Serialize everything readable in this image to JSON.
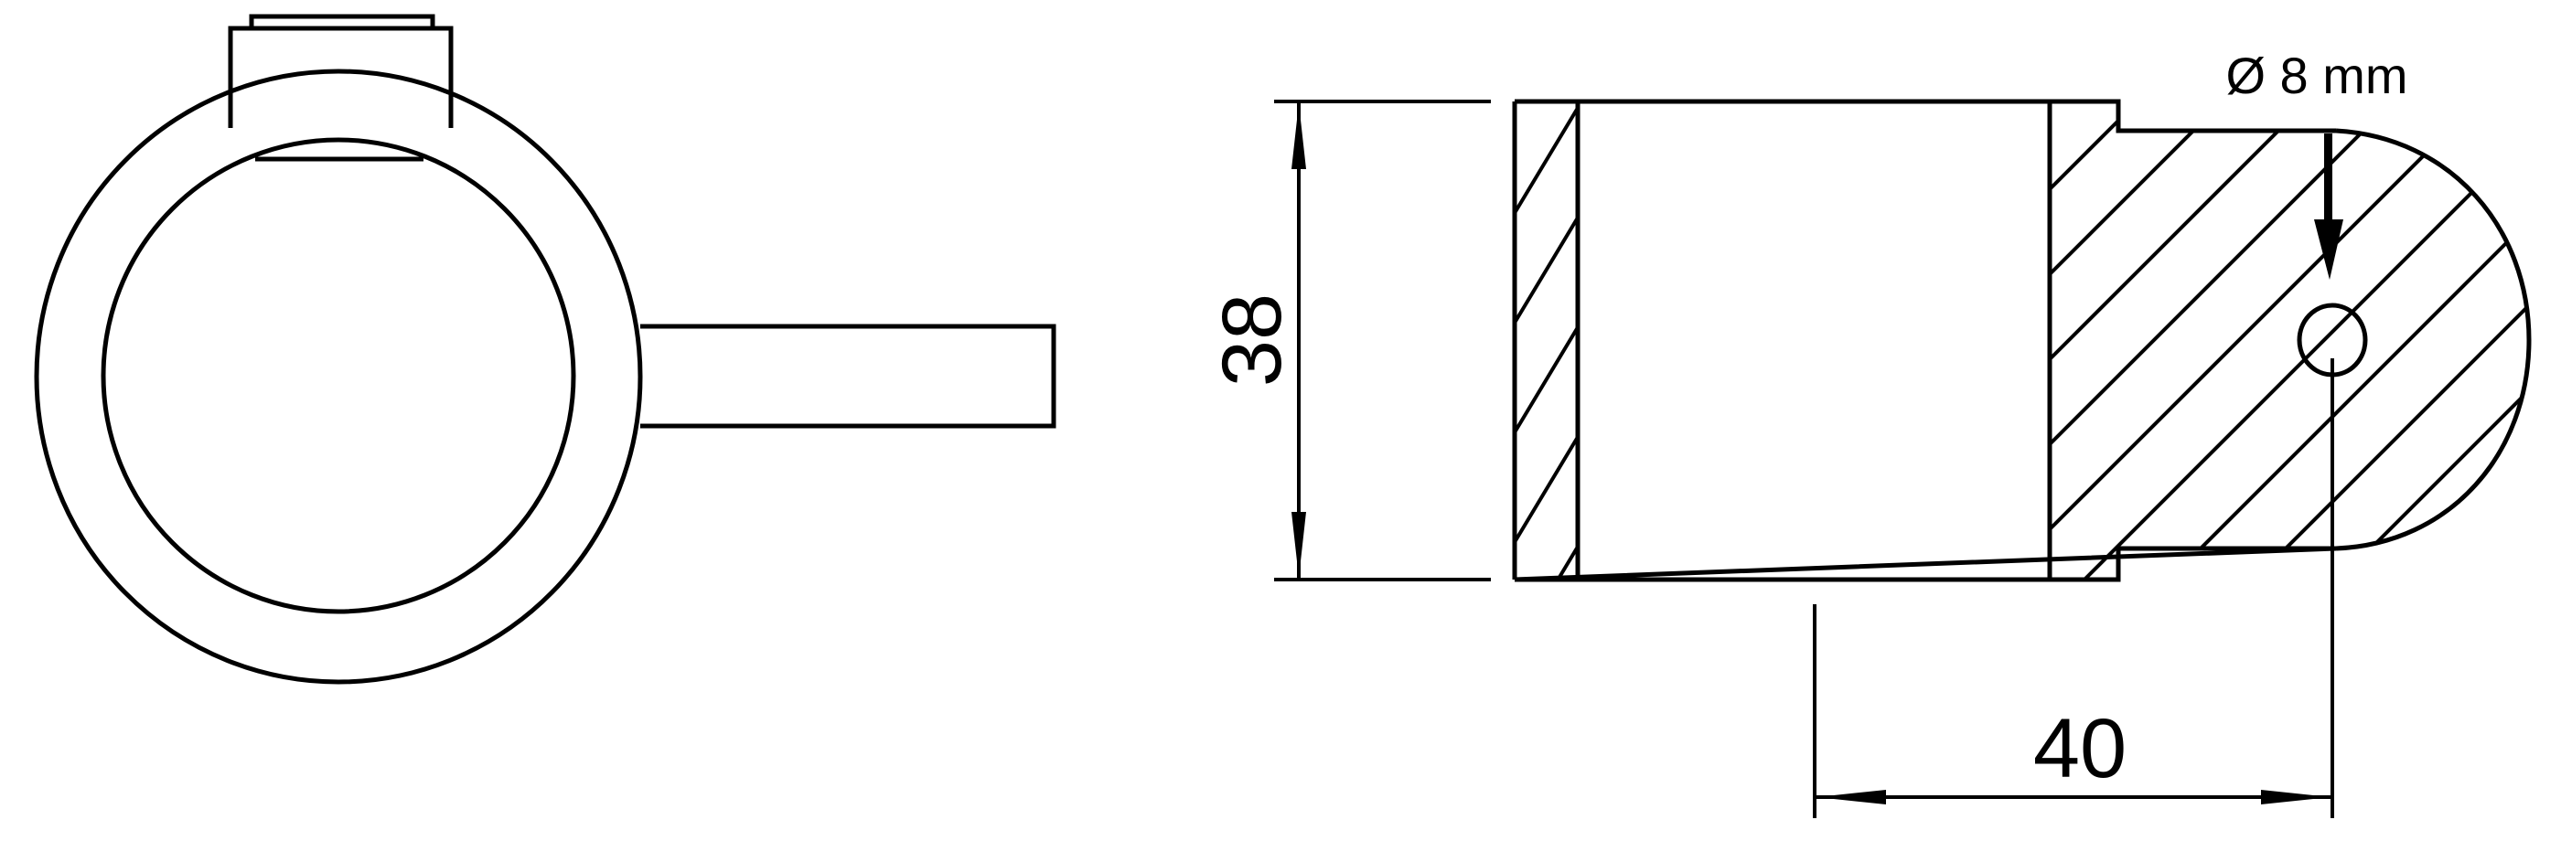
{
  "drawing": {
    "views": [
      {
        "name": "front-view",
        "description": "Clamp ring with top tab and side arm"
      },
      {
        "name": "section-view",
        "description": "Cross-section with hatched walls and lug"
      }
    ],
    "dimensions": {
      "height_label": "38",
      "offset_label": "40",
      "hole_label": "Ø 8 mm"
    },
    "colors": {
      "line": "#000000",
      "background": "#ffffff"
    }
  }
}
